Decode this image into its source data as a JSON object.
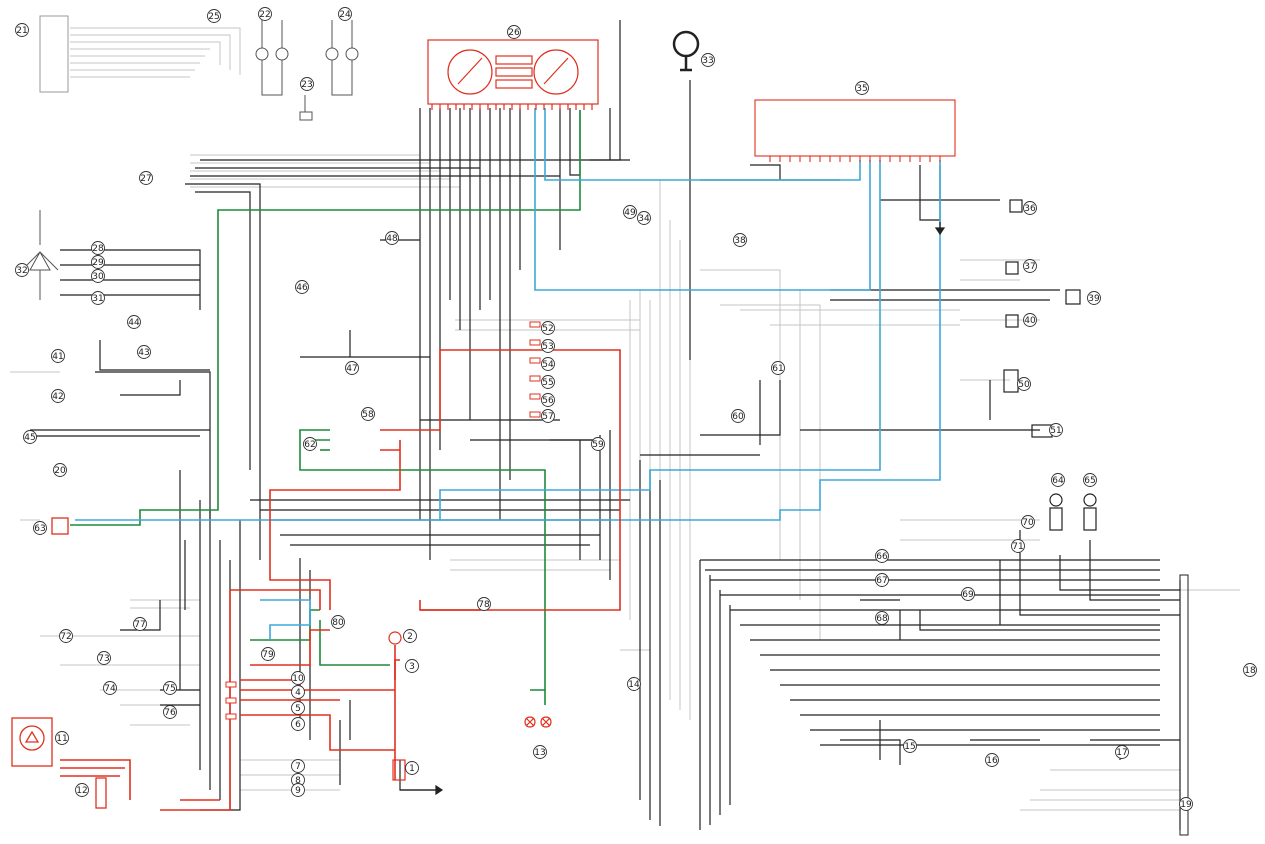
{
  "colors": {
    "black": "#222222",
    "grey": "#9a9a9a",
    "light": "#c4c4c4",
    "red": "#e0301e",
    "green": "#1e8a3a",
    "blue": "#3fa7d8"
  },
  "labels": {
    "1": "1",
    "2": "2",
    "3": "3",
    "4": "4",
    "5": "5",
    "6": "6",
    "7": "7",
    "8": "8",
    "9": "9",
    "10": "10",
    "11": "11",
    "12": "12",
    "13": "13",
    "14": "14",
    "15": "15",
    "16": "16",
    "17": "17",
    "18": "18",
    "19": "19",
    "20": "20",
    "21": "21",
    "22": "22",
    "23": "23",
    "24": "24",
    "25": "25",
    "26": "26",
    "27": "27",
    "28": "28",
    "29": "29",
    "30": "30",
    "31": "31",
    "32": "32",
    "33": "33",
    "34": "34",
    "35": "35",
    "36": "36",
    "37": "37",
    "38": "38",
    "39": "39",
    "40": "40",
    "41": "41",
    "42": "42",
    "43": "43",
    "44": "44",
    "45": "45",
    "46": "46",
    "47": "47",
    "48": "48",
    "49": "49",
    "50": "50",
    "51": "51",
    "52": "52",
    "53": "53",
    "54": "54",
    "55": "55",
    "56": "56",
    "57": "57",
    "58": "58",
    "59": "59",
    "60": "60",
    "61": "61",
    "62": "62",
    "63": "63",
    "64": "64",
    "65": "65",
    "66": "66",
    "67": "67",
    "68": "68",
    "69": "69",
    "70": "70",
    "71": "71",
    "72": "72",
    "73": "73",
    "74": "74",
    "75": "75",
    "76": "76",
    "77": "77",
    "78": "78",
    "79": "79",
    "80": "80"
  }
}
